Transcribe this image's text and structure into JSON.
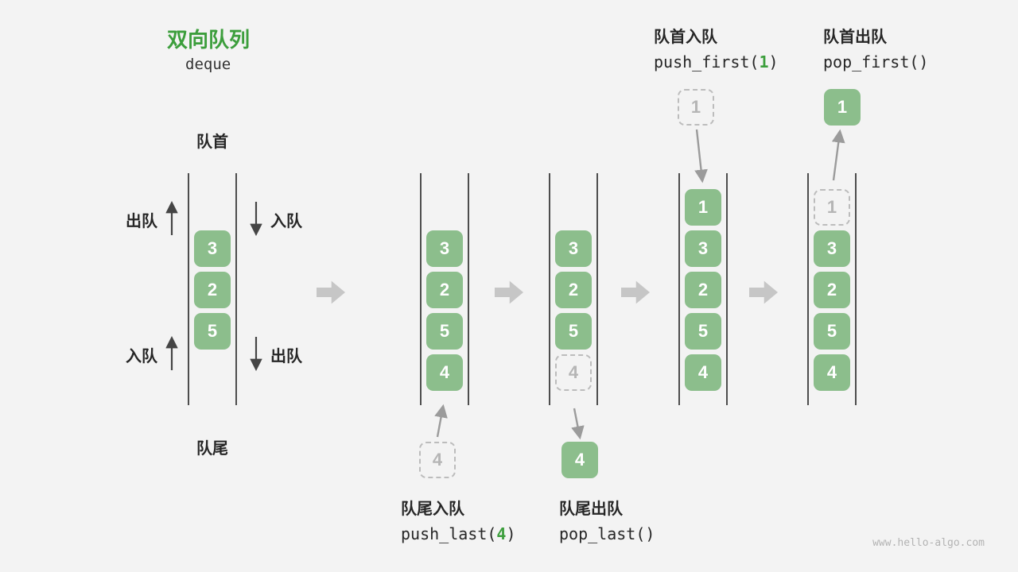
{
  "title": "双向队列",
  "subtitle": "deque",
  "watermark": "www.hello-algo.com",
  "colors": {
    "title_green": "#3c9e3c",
    "cell_green": "#8cbe8c",
    "wall_gray": "#4d4d4d",
    "dashed_gray": "#bcbcbc",
    "block_arrow_gray": "#c6c6c6",
    "thin_arrow_gray": "#9b9b9b"
  },
  "queue1": {
    "front_label": "队首",
    "rear_label": "队尾",
    "dequeue_top_label": "出队",
    "enqueue_bottom_label": "入队",
    "enqueue_top_label": "入队",
    "dequeue_bottom_label": "出队",
    "cells": [
      "3",
      "2",
      "5"
    ]
  },
  "queue2": {
    "cells": [
      "3",
      "2",
      "5",
      "4"
    ],
    "incoming_value": "4",
    "op_title": "队尾入队",
    "code_pre": "push_last(",
    "code_arg": "4",
    "code_post": ")"
  },
  "queue3": {
    "cells": [
      "3",
      "2",
      "5"
    ],
    "removed_cell": "4",
    "outgoing_value": "4",
    "op_title": "队尾出队",
    "code": "pop_last()"
  },
  "queue4": {
    "cells": [
      "1",
      "3",
      "2",
      "5",
      "4"
    ],
    "incoming_value": "1",
    "op_title": "队首入队",
    "code_pre": "push_first(",
    "code_arg": "1",
    "code_post": ")"
  },
  "queue5": {
    "cells": [
      "3",
      "2",
      "5",
      "4"
    ],
    "removed_cell": "1",
    "outgoing_value": "1",
    "op_title": "队首出队",
    "code": "pop_first()"
  }
}
